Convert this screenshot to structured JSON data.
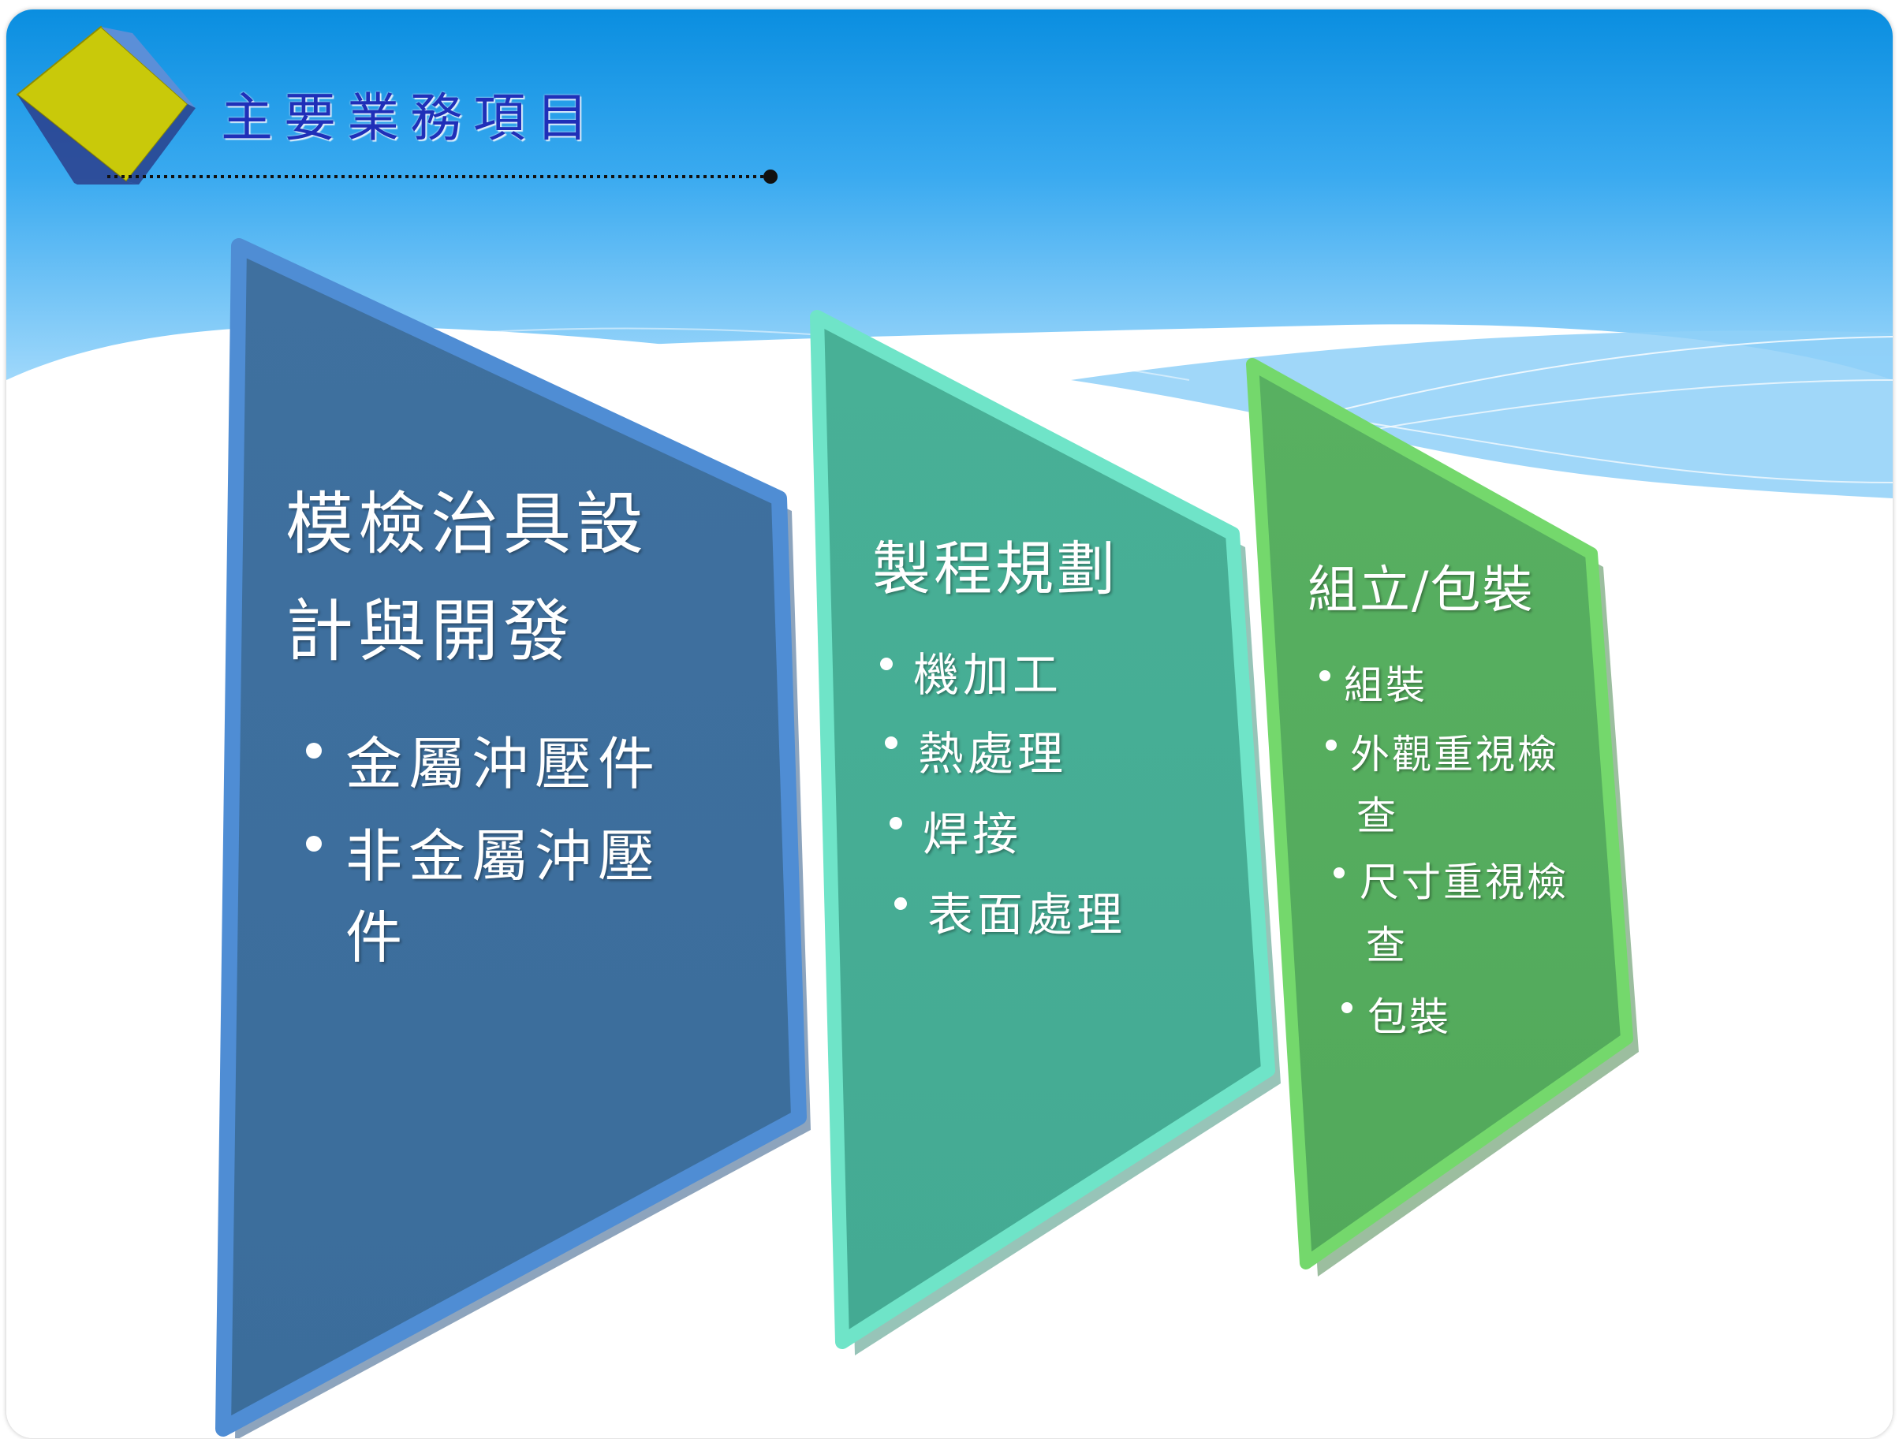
{
  "title": "主要業務項目",
  "colors": {
    "title": "#1f2fb8",
    "panel1_fill": "#3d6e9c",
    "panel1_border": "#5e95d4",
    "panel2_fill": "#46ad95",
    "panel2_border": "#6fe6cc",
    "panel3_fill": "#55ac5d",
    "panel3_border": "#77db6e",
    "cube_top": "#c8c808",
    "cube_side": "#4a7fd0"
  },
  "panels": [
    {
      "heading_lines": [
        "模檢治具設",
        "計與開發"
      ],
      "items": [
        {
          "lines": [
            "金屬沖壓件"
          ]
        },
        {
          "lines": [
            "非金屬沖壓",
            "件"
          ]
        }
      ]
    },
    {
      "heading_lines": [
        "製程規劃"
      ],
      "items": [
        {
          "lines": [
            "機加工"
          ]
        },
        {
          "lines": [
            "熱處理"
          ]
        },
        {
          "lines": [
            "焊接"
          ]
        },
        {
          "lines": [
            "表面處理"
          ]
        }
      ]
    },
    {
      "heading_lines": [
        "組立/包裝"
      ],
      "items": [
        {
          "lines": [
            "組裝"
          ]
        },
        {
          "lines": [
            "外觀重視檢",
            "查"
          ]
        },
        {
          "lines": [
            "尺寸重視檢",
            "查"
          ]
        },
        {
          "lines": [
            "包裝"
          ]
        }
      ]
    }
  ]
}
